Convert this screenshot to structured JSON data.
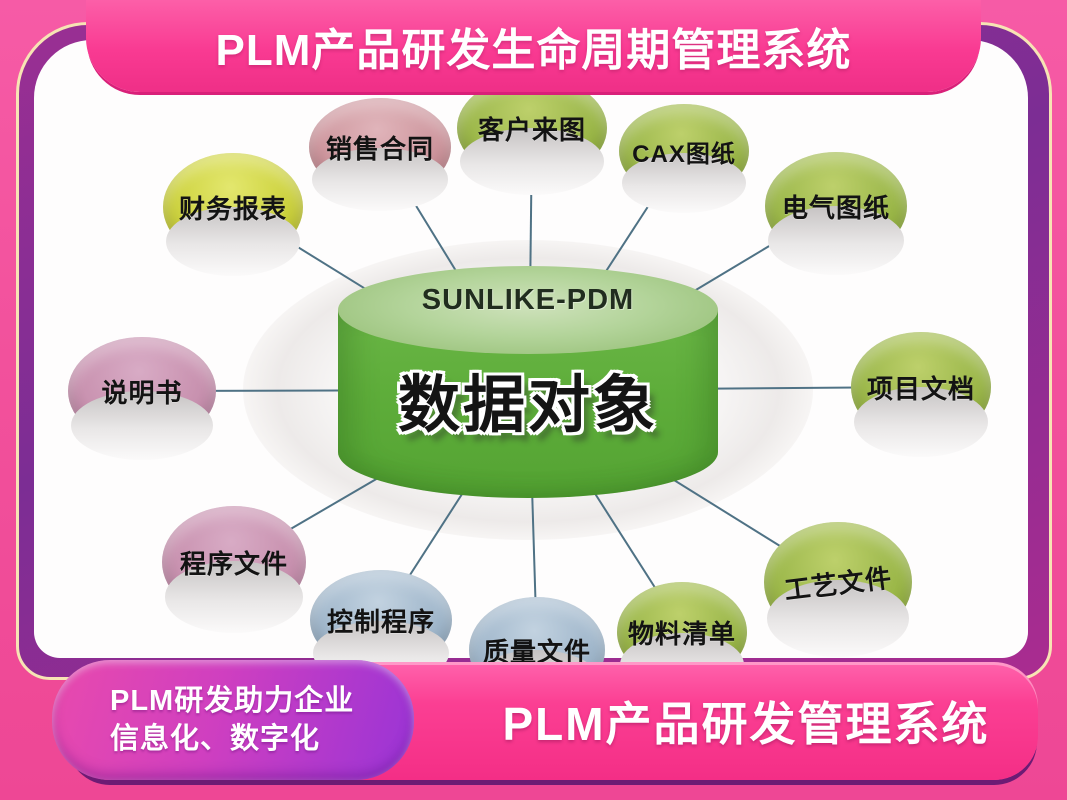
{
  "top_banner": {
    "title": "PLM产品研发生命周期管理系统"
  },
  "hub": {
    "top_label": "SUNLIKE-PDM",
    "title": "数据对象"
  },
  "nodes": [
    {
      "id": "financial-reports",
      "label": "财务报表",
      "color": "#c9ce39"
    },
    {
      "id": "sales-contract",
      "label": "销售合同",
      "color": "#cb8e96"
    },
    {
      "id": "customer-drawings",
      "label": "客户来图",
      "color": "#9ab84c"
    },
    {
      "id": "cax-drawings",
      "label": "CAX图纸",
      "color": "#9ab84c"
    },
    {
      "id": "electrical-drawings",
      "label": "电气图纸",
      "color": "#9ab84c"
    },
    {
      "id": "project-documents",
      "label": "项目文档",
      "color": "#9ab84c"
    },
    {
      "id": "process-documents",
      "label": "工艺文件",
      "color": "#9ab84c"
    },
    {
      "id": "bill-of-materials",
      "label": "物料清单",
      "color": "#9ab84c"
    },
    {
      "id": "quality-documents",
      "label": "质量文件",
      "color": "#9bb4c9"
    },
    {
      "id": "control-procedures",
      "label": "控制程序",
      "color": "#9bb4c9"
    },
    {
      "id": "procedure-documents",
      "label": "程序文件",
      "color": "#c78fad"
    },
    {
      "id": "manual",
      "label": "说明书",
      "color": "#c78fad"
    }
  ],
  "bottom_banner": {
    "tagline_line1": "PLM研发助力企业",
    "tagline_line2": "信息化、数字化",
    "title": "PLM产品研发管理系统"
  },
  "palette": {
    "frame_pink": "#f2519c",
    "banner_pink": "#f93a92",
    "corner_purple": "#7c2d94",
    "gold_trim": "#f7e4b4",
    "pill_gradient_start": "#e94aad",
    "pill_gradient_end": "#9934d6",
    "hub_body_green": "#5ead3a",
    "hub_top_green": "#a5cc8a",
    "connector_line": "#4f7285"
  }
}
